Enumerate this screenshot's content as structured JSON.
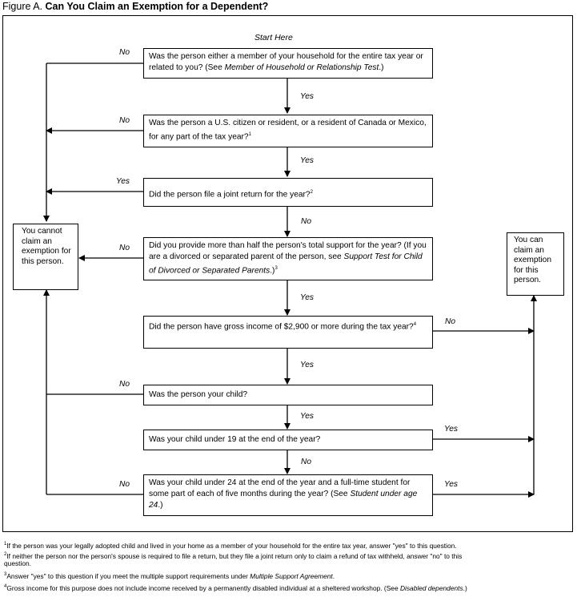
{
  "figure": {
    "prefix": "Figure A.",
    "title": "Can You Claim an Exemption for a Dependent?"
  },
  "start_label": "Start Here",
  "questions": {
    "q1": {
      "text": "Was the person either a member of your household for the entire tax year or related to you? (See ",
      "italic": "Member of Household or Relationship Test",
      "end": ".)"
    },
    "q2": {
      "text": "Was the person a U.S. citizen or resident, or a resident of Canada or Mexico, for any part of the tax year?",
      "sup": "1"
    },
    "q3": {
      "text": "Did the person file a joint return for the year?",
      "sup": "2"
    },
    "q4": {
      "text": "Did you provide more than half the person's total support for the year? (If you are a divorced or separated parent of the person, see ",
      "italic": "Support Test for Child of Divorced or Separated Parents",
      "end": ".)",
      "sup": "3"
    },
    "q5": {
      "text": "Did the person have gross income of $2,900 or more during the tax year?",
      "sup": "4"
    },
    "q6": {
      "text": "Was the person your child?"
    },
    "q7": {
      "text": "Was your child under 19 at the end of the year?"
    },
    "q8": {
      "text": "Was your child under 24 at the end of the year and a full-time student for some part of each of five months during the year? (See ",
      "italic": "Student under age 24",
      "end": ".)"
    }
  },
  "outcomes": {
    "cannot": "You cannot claim an exemption for this person.",
    "can": "You can claim an exemption for this person."
  },
  "labels": {
    "yes": "Yes",
    "no": "No"
  },
  "footnotes": [
    {
      "num": "1",
      "text": "If the person was your legally adopted child and lived in your home as a member of your household for the entire tax year, answer \"yes\" to this question."
    },
    {
      "num": "2",
      "text": "If neither the person nor the person's spouse is required to file a return, but they file a joint return only to claim a refund of tax withheld, answer \"no\" to this"
    },
    {
      "num": "",
      "text": "question."
    },
    {
      "num": "3",
      "text": "Answer \"yes\" to this question if you meet the multiple support requirements under ",
      "italic": "Multiple Support Agreement",
      "end": "."
    },
    {
      "num": "4",
      "text": "Gross income for this purpose does not include income received by a permanently disabled individual at a sheltered workshop. (See ",
      "italic": "Disabled dependents",
      "end": ".)"
    }
  ]
}
